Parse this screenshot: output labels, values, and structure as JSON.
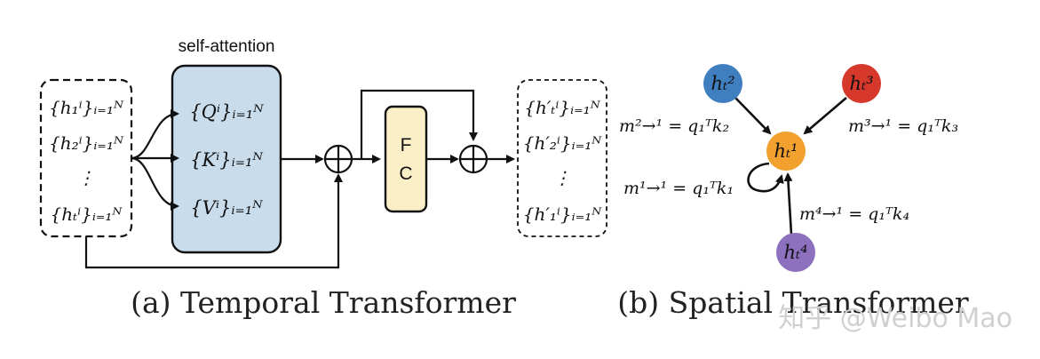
{
  "colors": {
    "stroke": "#111111",
    "attention_fill": "#c8dcec",
    "fc_fill": "#fbefc8",
    "node_blue": "#3f7fc0",
    "node_red": "#d6382c",
    "node_orange": "#f2a12e",
    "node_purple": "#8d71bf"
  },
  "temporal": {
    "self_attention_title": "self-attention",
    "input_rows": [
      "{h₁ⁱ}ᵢ₌₁ᴺ",
      "{h₂ⁱ}ᵢ₌₁ᴺ",
      "⋮",
      "{hₜⁱ}ᵢ₌₁ᴺ"
    ],
    "attention_rows": [
      "{Qⁱ}ᵢ₌₁ᴺ",
      "{Kⁱ}ᵢ₌₁ᴺ",
      "{Vⁱ}ᵢ₌₁ᴺ"
    ],
    "fc_line1": "F",
    "fc_line2": "C",
    "output_rows": [
      "{h′ₜⁱ}ᵢ₌₁ᴺ",
      "{h′₂ⁱ}ᵢ₌₁ᴺ",
      "⋮",
      "{h′₁ⁱ}ᵢ₌₁ᴺ"
    ],
    "caption": "(a) Temporal Transformer"
  },
  "spatial": {
    "nodes": {
      "n2": "hₜ²",
      "n3": "hₜ³",
      "n1": "hₜ¹",
      "n4": "hₜ⁴"
    },
    "messages": {
      "m21": "m²→¹ = q₁ᵀk₂",
      "m31": "m³→¹ = q₁ᵀk₃",
      "m11": "m¹→¹ = q₁ᵀk₁",
      "m41": "m⁴→¹ = q₁ᵀk₄"
    },
    "caption": "(b) Spatial Transformer"
  },
  "watermark": "知乎 @Weibo Mao"
}
